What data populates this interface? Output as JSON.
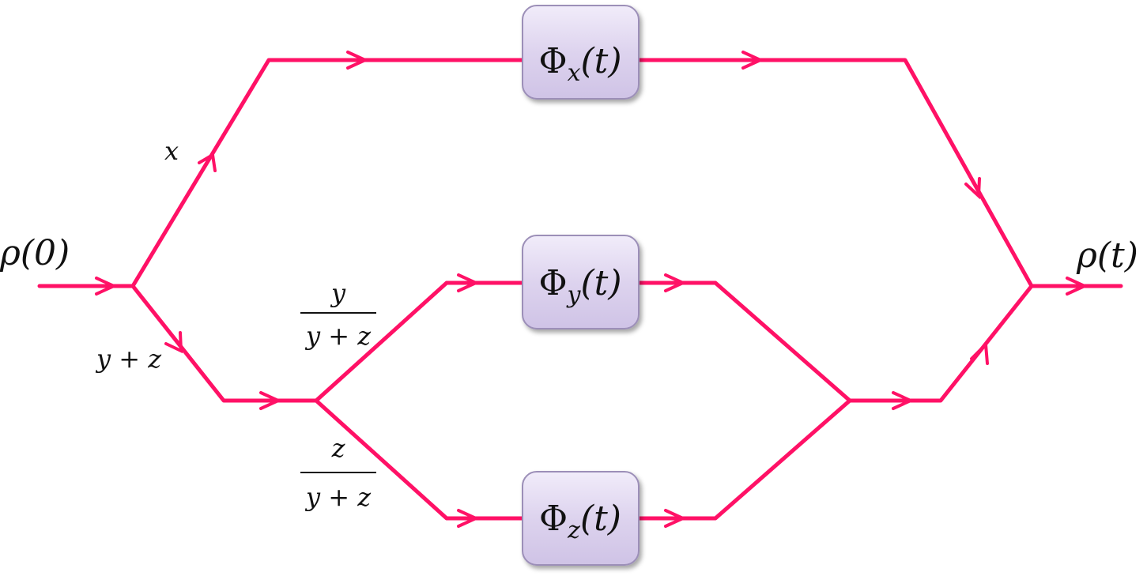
{
  "diagram": {
    "input_label": "ρ(0)",
    "output_label": "ρ(t)",
    "branch_x": {
      "weight": "x"
    },
    "branch_yz": {
      "weight": "y + z"
    },
    "branch_y": {
      "numerator": "y",
      "denominator": "y + z"
    },
    "branch_z": {
      "numerator": "z",
      "denominator": "y + z"
    },
    "channels": {
      "x": {
        "symbol": "Φ",
        "subscript": "x",
        "arg": "(t)"
      },
      "y": {
        "symbol": "Φ",
        "subscript": "y",
        "arg": "(t)"
      },
      "z": {
        "symbol": "Φ",
        "subscript": "z",
        "arg": "(t)"
      }
    },
    "colors": {
      "wire": "#ff1166",
      "box_fill": "#dcd3ee",
      "box_border": "#9c8fb8"
    }
  }
}
